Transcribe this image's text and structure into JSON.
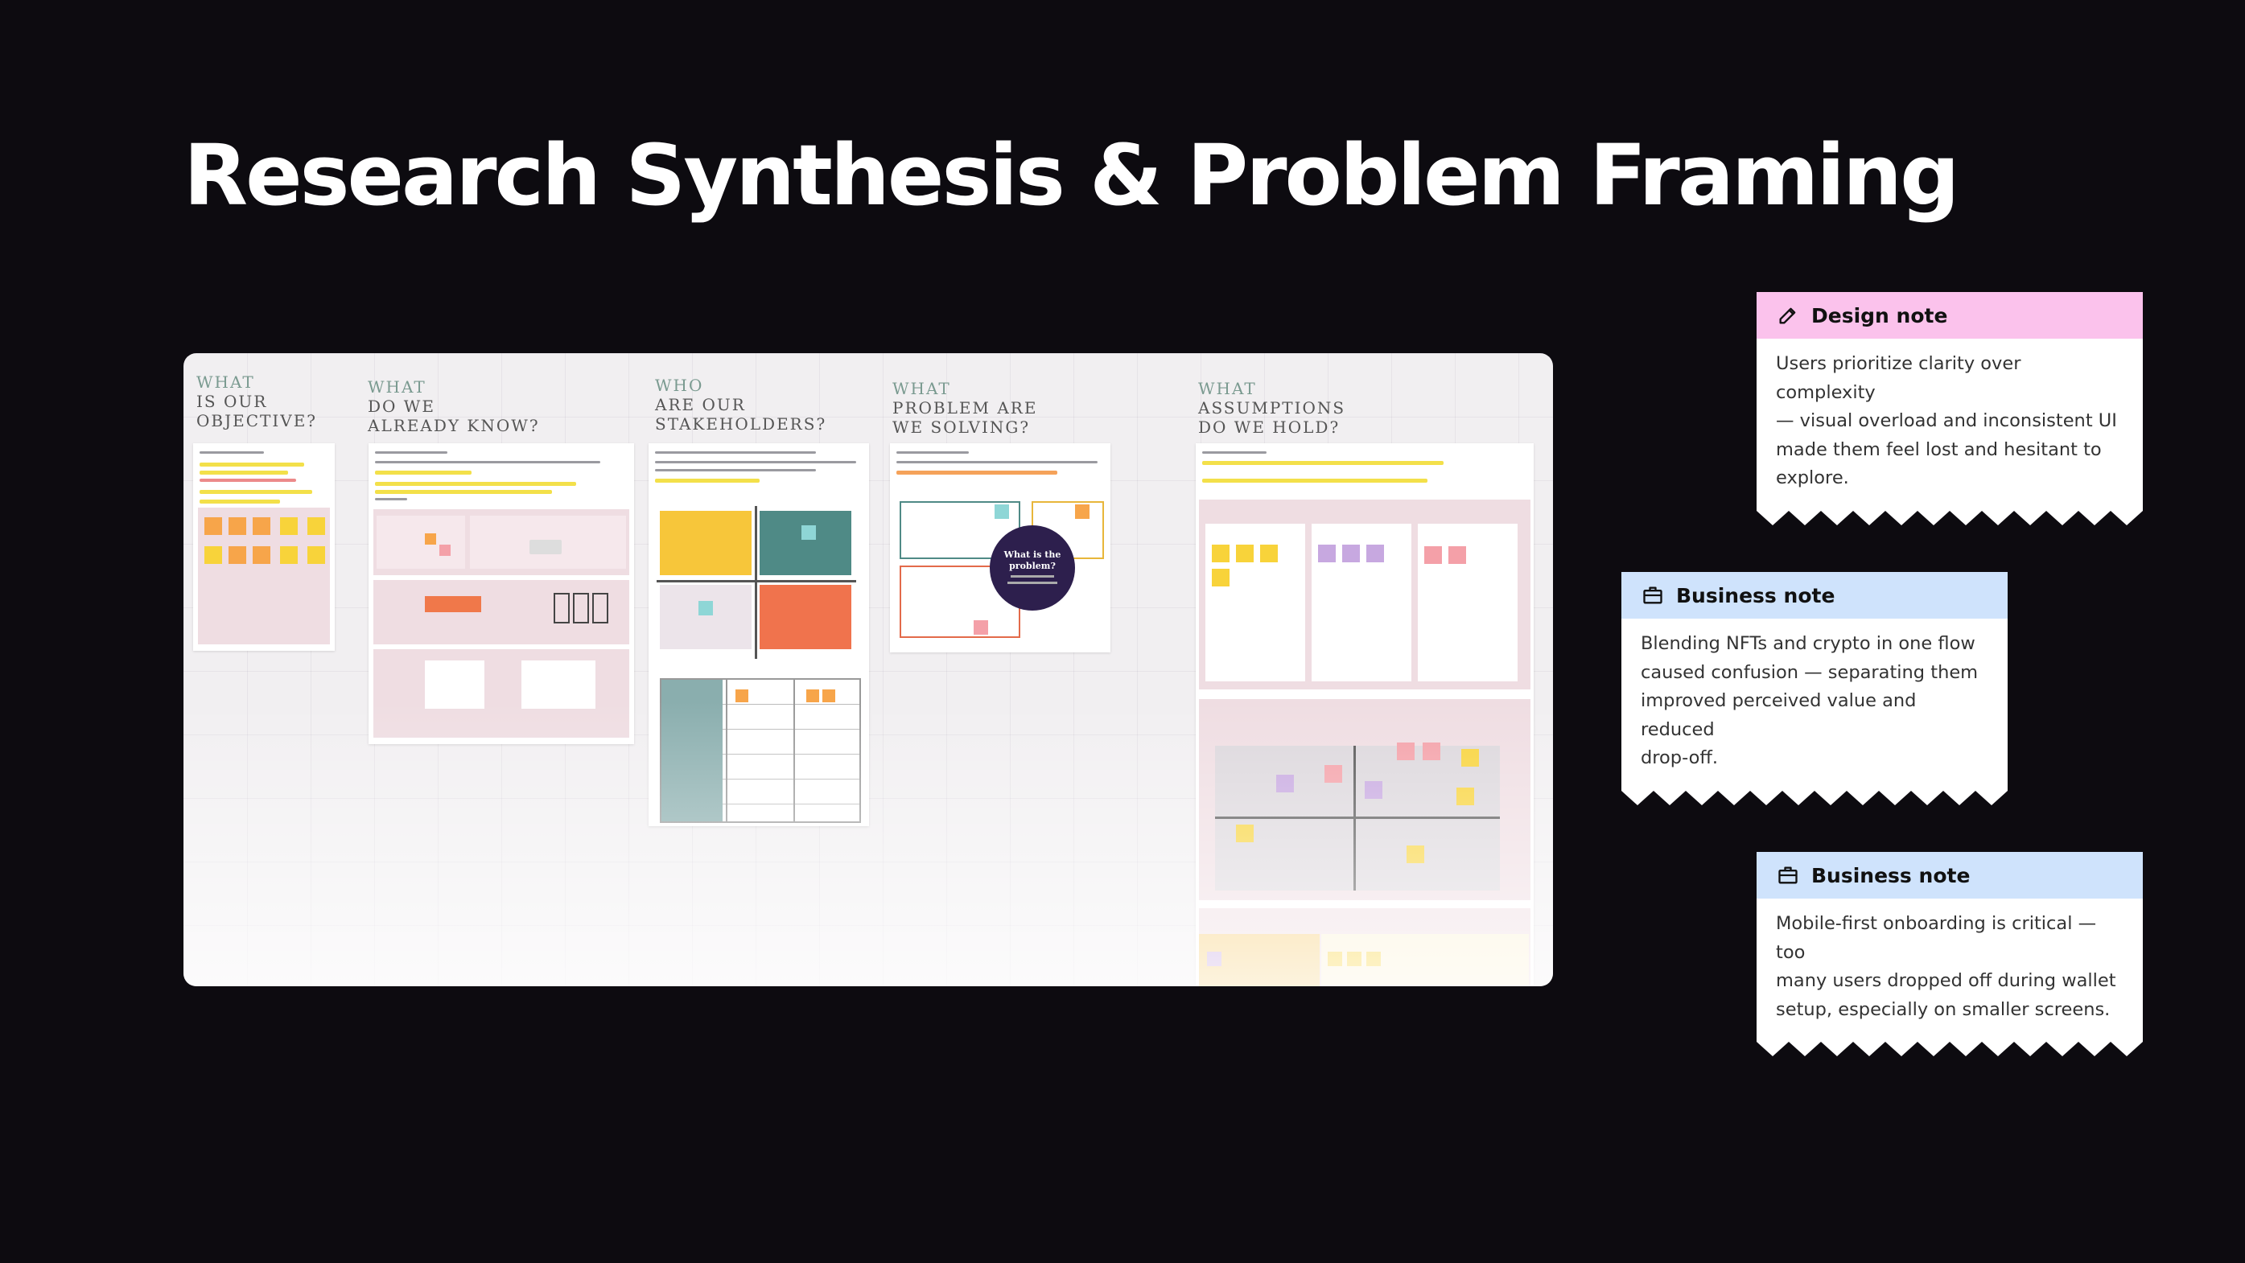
{
  "page": {
    "title": "Research Synthesis & Problem Framing"
  },
  "board": {
    "columns": [
      {
        "lines": [
          "WHAT",
          "IS OUR",
          "OBJECTIVE?"
        ]
      },
      {
        "lines": [
          "WHAT",
          "DO WE",
          "ALREADY KNOW?"
        ]
      },
      {
        "lines": [
          "WHO",
          "ARE OUR",
          "STAKEHOLDERS?"
        ]
      },
      {
        "lines": [
          "WHAT",
          "PROBLEM ARE",
          "WE SOLVING?"
        ]
      },
      {
        "lines": [
          "WHAT",
          "ASSUMPTIONS",
          "DO WE HOLD?"
        ]
      }
    ],
    "problem_circle": {
      "line1": "What is the",
      "line2": "problem?"
    }
  },
  "notes": [
    {
      "type": "Design note",
      "icon": "pencil-icon",
      "color": "#fbc2ec",
      "text": [
        "Users prioritize clarity over complexity",
        "— visual overload and inconsistent UI",
        "made them feel lost and hesitant to",
        "explore."
      ]
    },
    {
      "type": "Business note",
      "icon": "briefcase-icon",
      "color": "#cfe3fc",
      "text": [
        "Blending NFTs and crypto in one flow",
        "caused confusion — separating them",
        "improved perceived value and reduced",
        "drop-off."
      ]
    },
    {
      "type": "Business note",
      "icon": "briefcase-icon",
      "color": "#cfe3fc",
      "text": [
        "Mobile-first onboarding is critical — too",
        "many users dropped off during wallet",
        "setup, especially on smaller screens."
      ]
    }
  ]
}
